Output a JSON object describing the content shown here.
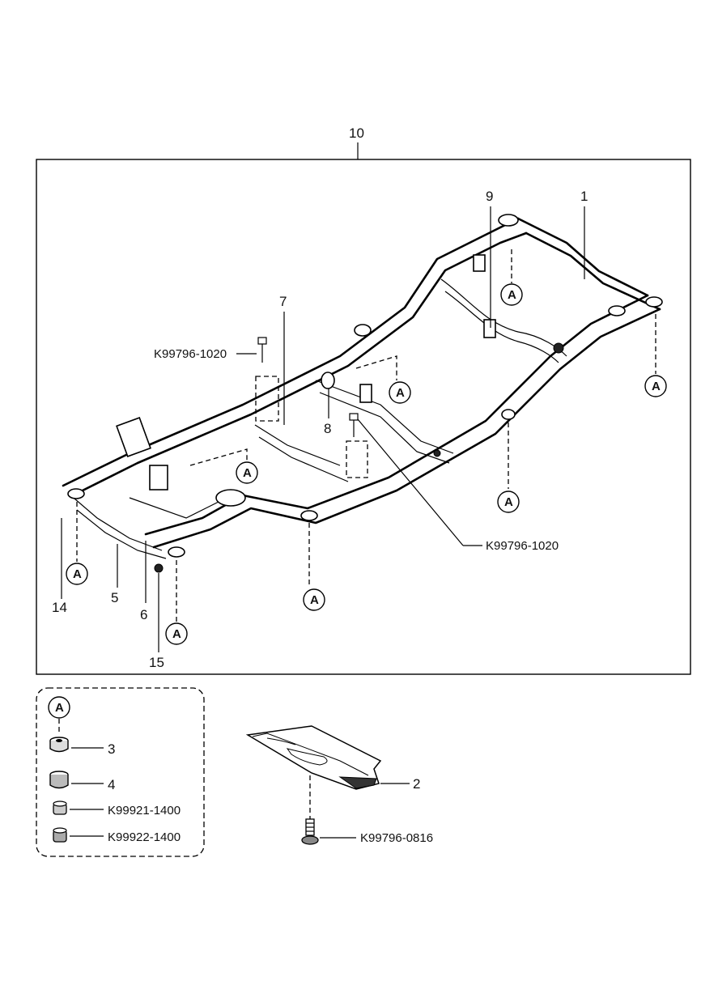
{
  "labels": {
    "assembly": "10",
    "frame": "1",
    "skid_plate": "2",
    "mount_3": "3",
    "mount_4": "4",
    "p5": "5",
    "p6": "6",
    "p7": "7",
    "p8": "8",
    "p9": "9",
    "p14": "14",
    "p15": "15"
  },
  "part_numbers": {
    "bolt_upper": "K99796-1020",
    "bolt_lower": "K99796-1020",
    "nut_1": "K99921-1400",
    "nut_2": "K99922-1400",
    "skid_bolt": "K99796-0816"
  },
  "reference_mark": "A"
}
